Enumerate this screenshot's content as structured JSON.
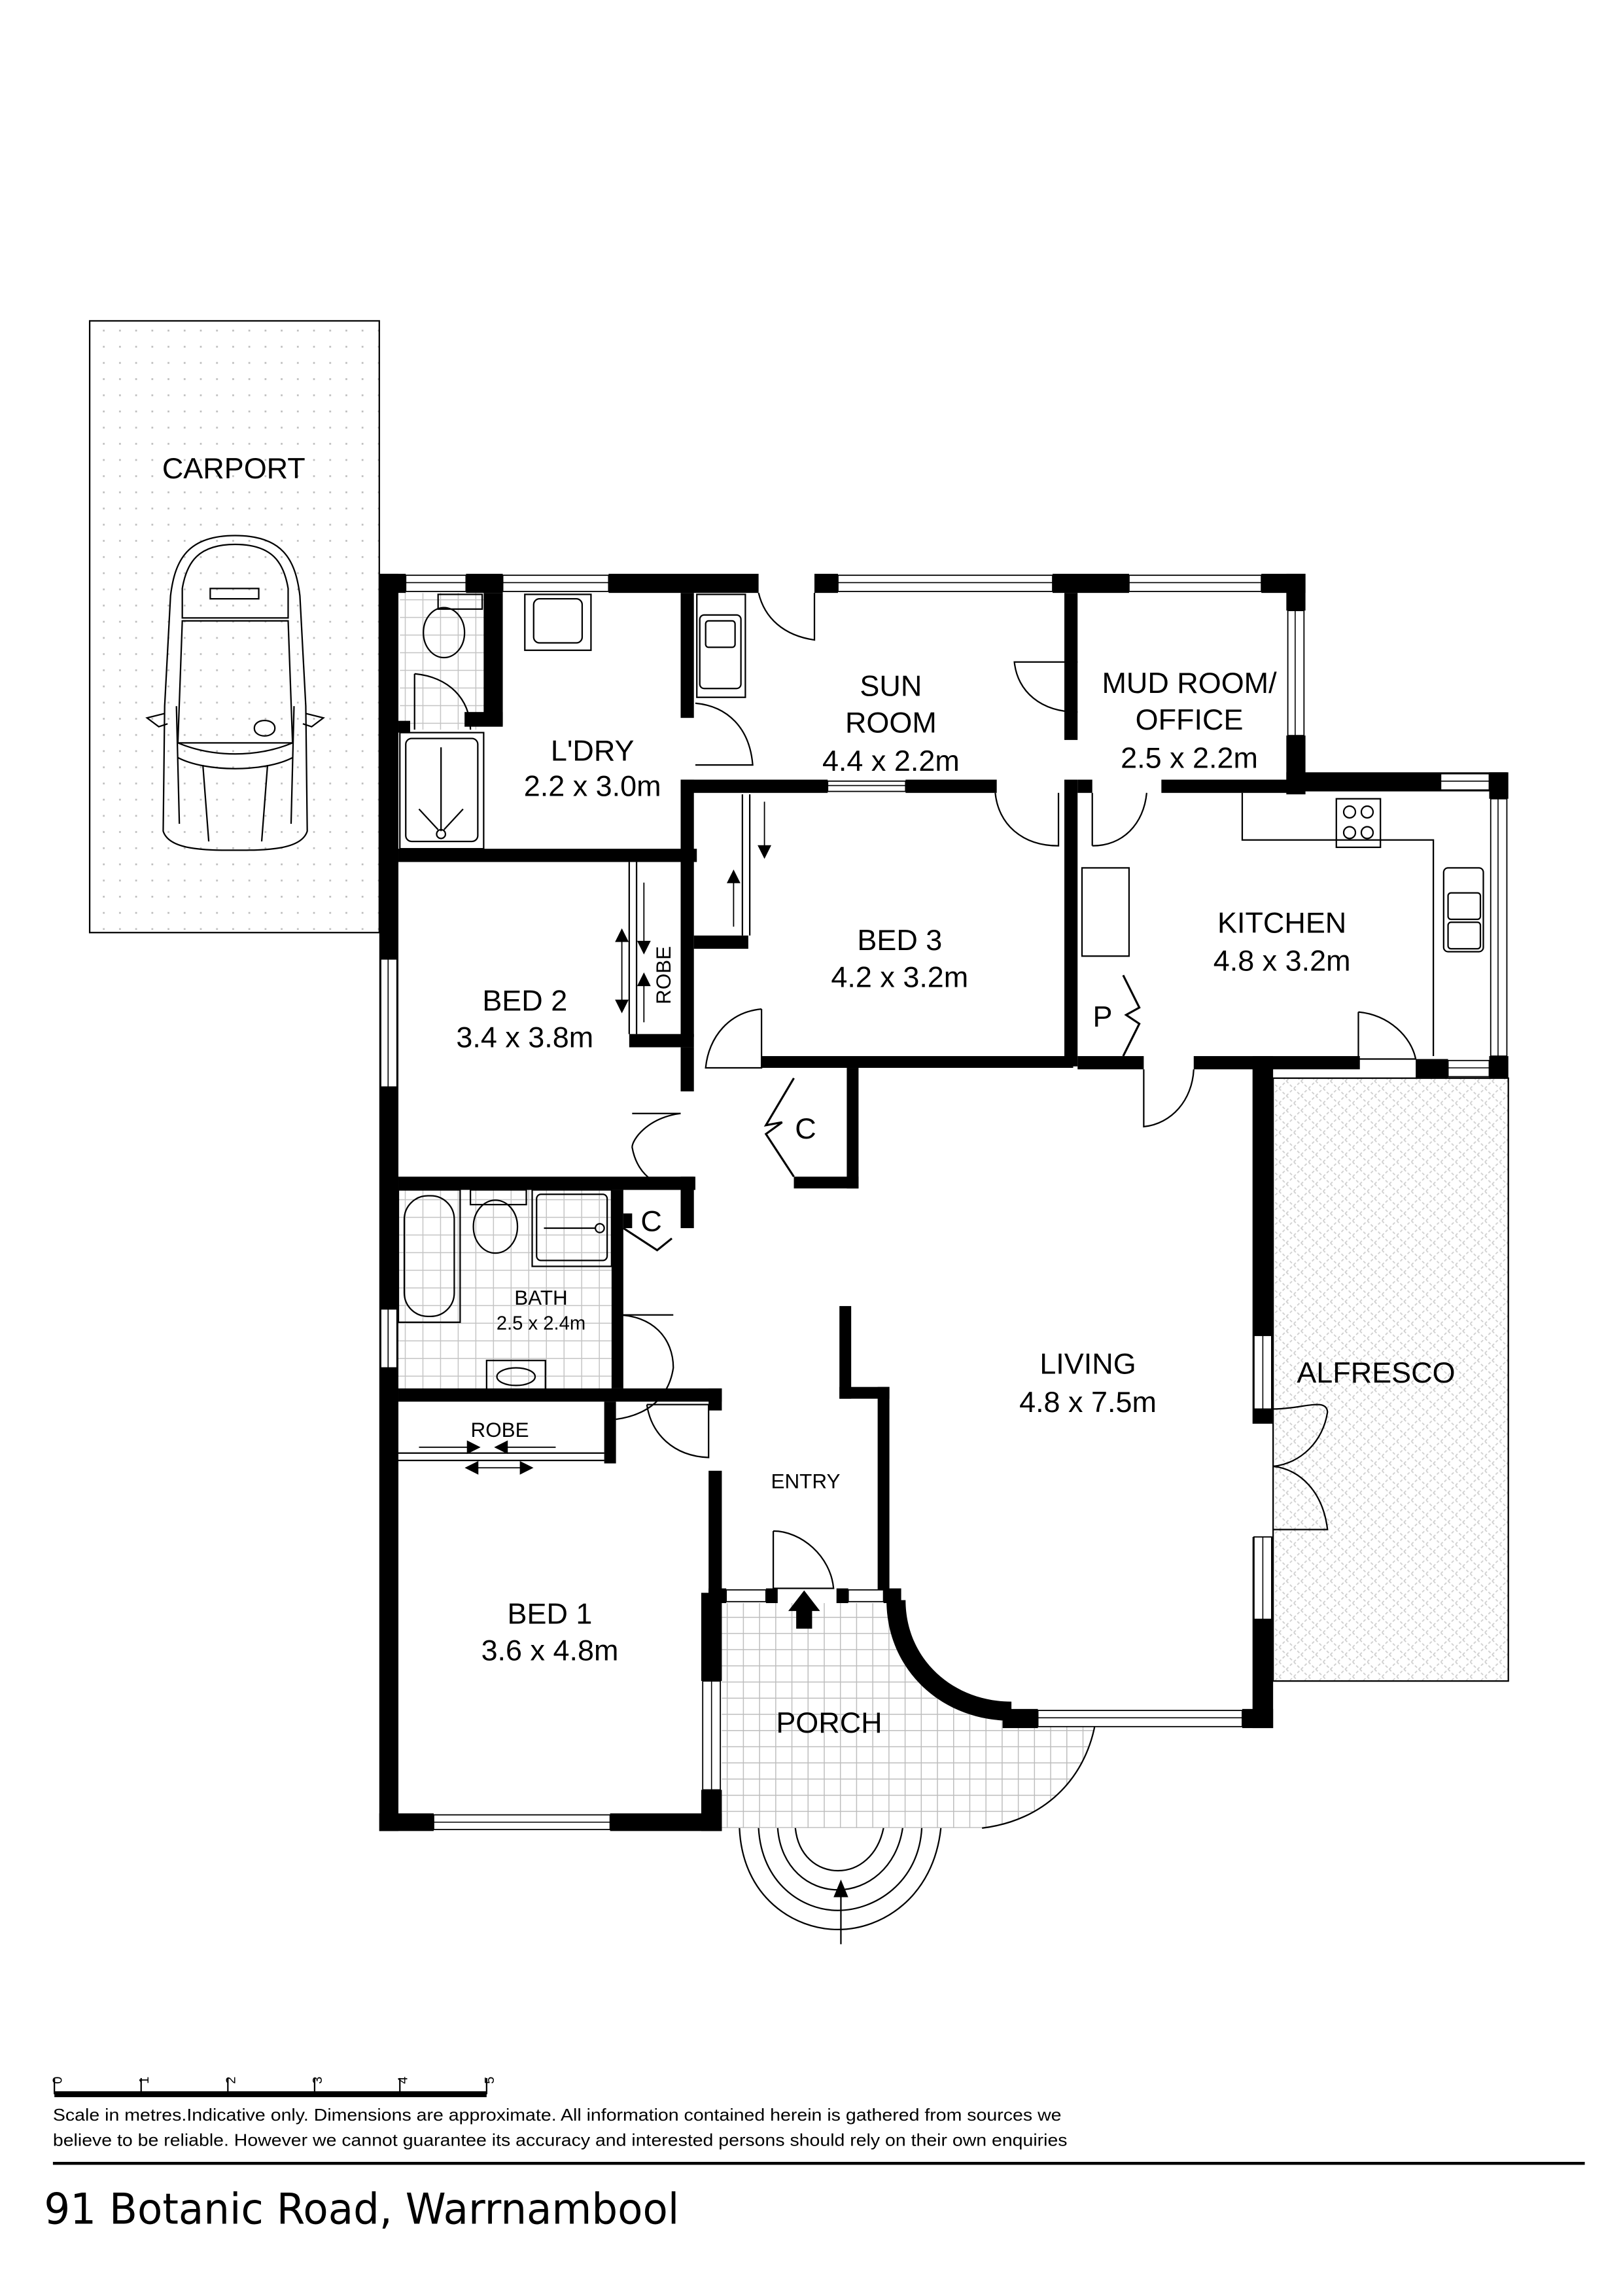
{
  "title": "91 Botanic Road, Warrnambool",
  "rooms": {
    "carport": {
      "name": "CARPORT"
    },
    "laundry": {
      "name": "L'DRY",
      "dims": "2.2 x 3.0m"
    },
    "sun_room": {
      "name_line1": "SUN",
      "name_line2": "ROOM",
      "dims": "4.4 x 2.2m"
    },
    "mud_room": {
      "name_line1": "MUD ROOM/",
      "name_line2": "OFFICE",
      "dims": "2.5 x 2.2m"
    },
    "bed3": {
      "name": "BED 3",
      "dims": "4.2 x 3.2m"
    },
    "kitchen": {
      "name": "KITCHEN",
      "dims": "4.8 x 3.2m"
    },
    "pantry": {
      "name": "P"
    },
    "bed2": {
      "name": "BED 2",
      "dims": "3.4 x 3.8m"
    },
    "bed2_robe": {
      "name": "ROBE"
    },
    "cupboard1": {
      "name": "C"
    },
    "cupboard2": {
      "name": "C"
    },
    "bath": {
      "name": "BATH",
      "dims": "2.5 x 2.4m"
    },
    "living": {
      "name": "LIVING",
      "dims": "4.8 x 7.5m"
    },
    "alfresco": {
      "name": "ALFRESCO"
    },
    "bed1_robe": {
      "name": "ROBE"
    },
    "entry": {
      "name": "ENTRY"
    },
    "bed1": {
      "name": "BED 1",
      "dims": "3.6 x 4.8m"
    },
    "porch": {
      "name": "PORCH"
    }
  },
  "scale": {
    "ticks": [
      "0",
      "1",
      "2",
      "3",
      "4",
      "5"
    ],
    "unit": "metres"
  },
  "disclaimer": {
    "line1": "Scale in metres.Indicative only. Dimensions are approximate. All information contained herein is gathered from sources we",
    "line2": "believe to be reliable. However we cannot guarantee its accuracy and interested persons should rely on their own enquiries"
  },
  "colors": {
    "wall": "#000000",
    "tile_grid": "#bdbdbd",
    "carport_dots": "#c8c8c8",
    "alfresco_hatch": "#c8c8c8"
  }
}
